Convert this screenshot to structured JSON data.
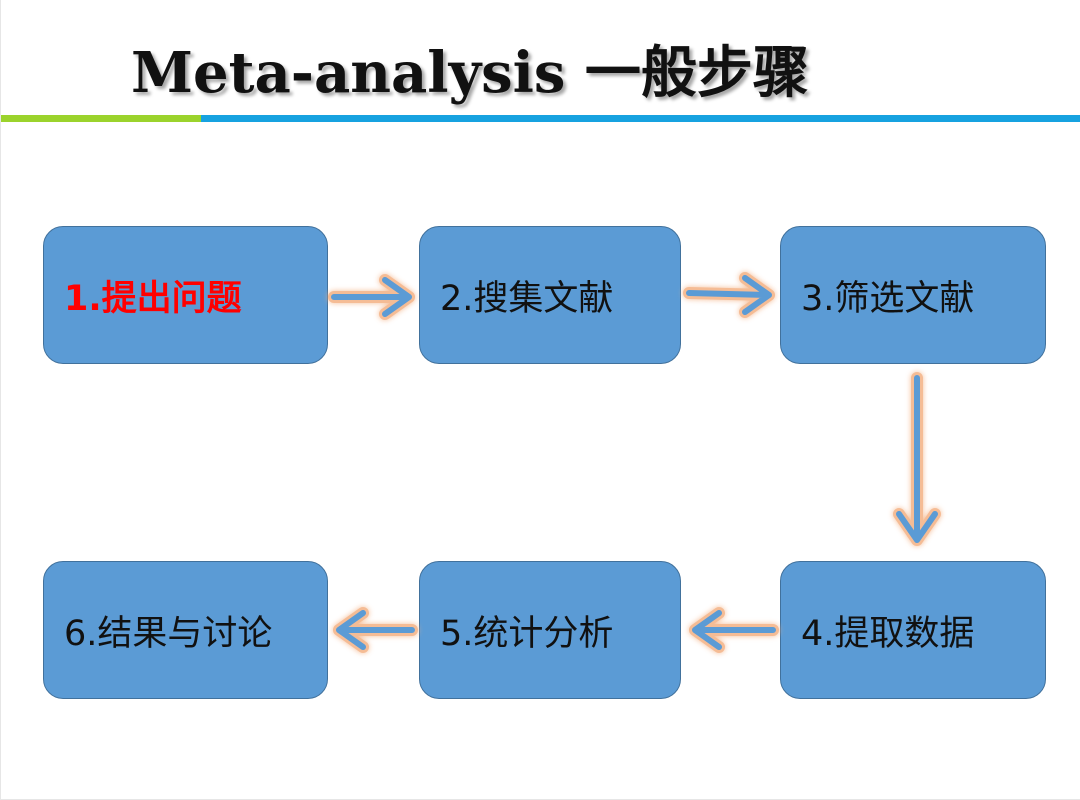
{
  "slide": {
    "title": "Meta-analysis 一般步骤",
    "colors": {
      "rule_green": "#9bd32c",
      "rule_blue": "#17a2e0",
      "box_fill": "#5b9bd5",
      "box_border": "#41719c",
      "arrow_fill": "#5b9bd5",
      "arrow_glow": "#f4b183",
      "active_text": "#ff0000"
    }
  },
  "steps": [
    {
      "label": "1.提出问题",
      "active": true
    },
    {
      "label": "2.搜集文献",
      "active": false
    },
    {
      "label": "3.筛选文献",
      "active": false
    },
    {
      "label": "4.提取数据",
      "active": false
    },
    {
      "label": "5.统计分析",
      "active": false
    },
    {
      "label": "6.结果与讨论",
      "active": false
    }
  ],
  "flow": [
    {
      "from": 1,
      "to": 2,
      "direction": "right"
    },
    {
      "from": 2,
      "to": 3,
      "direction": "right"
    },
    {
      "from": 3,
      "to": 4,
      "direction": "down"
    },
    {
      "from": 4,
      "to": 5,
      "direction": "left"
    },
    {
      "from": 5,
      "to": 6,
      "direction": "left"
    }
  ]
}
